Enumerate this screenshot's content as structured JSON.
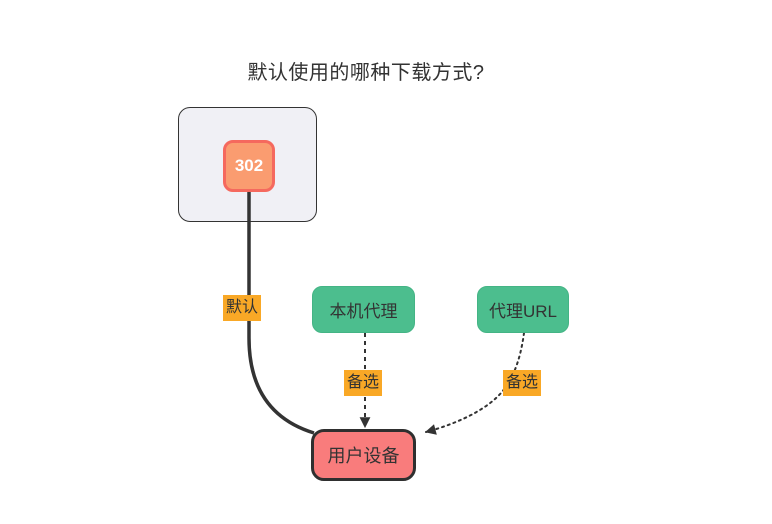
{
  "title": "默认使用的哪种下载方式?",
  "diagram": {
    "nodes": {
      "group": {
        "label": "",
        "role": "container-box"
      },
      "badge302": {
        "label": "302"
      },
      "localProxy": {
        "label": "本机代理"
      },
      "proxyUrl": {
        "label": "代理URL"
      },
      "userDevice": {
        "label": "用户设备"
      }
    },
    "edges": [
      {
        "from": "302",
        "to": "用户设备",
        "label": "默认",
        "style": "solid-thick"
      },
      {
        "from": "本机代理",
        "to": "用户设备",
        "label": "备选",
        "style": "dotted-arrow"
      },
      {
        "from": "代理URL",
        "to": "用户设备",
        "label": "备选",
        "style": "dotted-arrow"
      }
    ],
    "colors": {
      "background": "#ffffff",
      "text": "#333333",
      "edge": "#333333",
      "group_fill": "#f0f0f5",
      "badge_fill": "#fa9c70",
      "badge_border": "#f5695e",
      "badge_text": "#ffffff",
      "node_green_fill": "#4cbe8e",
      "node_red_fill": "#f97c7c",
      "edge_label_bg": "#f9a826"
    }
  }
}
